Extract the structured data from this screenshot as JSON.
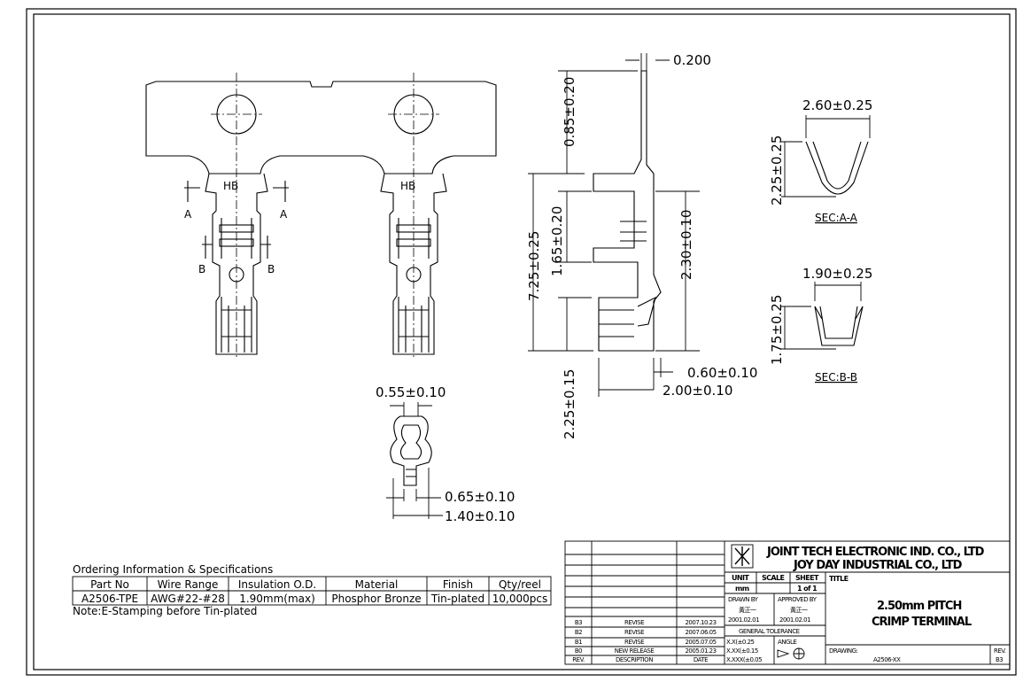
{
  "views": {
    "top": {
      "section_a_left": "A",
      "section_a_right": "A",
      "section_b_left": "B",
      "section_b_right": "B",
      "marking_1": "HB",
      "marking_2": "HB"
    },
    "side": {
      "dim_thickness": "0.200",
      "dim_tip": "0.85±0.20",
      "dim_total": "7.25±0.25",
      "dim_mid": "1.65±0.20",
      "dim_right": "2.30±0.10",
      "dim_bottom_v": "2.25±0.15",
      "dim_small": "0.60±0.10",
      "dim_width": "2.00±0.10"
    },
    "front": {
      "dim_top": "0.55±0.10",
      "dim_mid": "0.65±0.10",
      "dim_bottom": "1.40±0.10"
    },
    "sec_a": {
      "width": "2.60±0.25",
      "height": "2.25±0.25",
      "label": "SEC:A-A"
    },
    "sec_b": {
      "width": "1.90±0.25",
      "height": "1.75±0.25",
      "label": "SEC:B-B"
    }
  },
  "spec": {
    "title": "Ordering Information & Specifications",
    "headers": [
      "Part No",
      "Wire Range",
      "Insulation O.D.",
      "Material",
      "Finish",
      "Qty/reel"
    ],
    "row": [
      "A2506-TPE",
      "AWG#22-#28",
      "1.90mm(max)",
      "Phosphor Bronze",
      "Tin-plated",
      "10,000pcs"
    ],
    "note": "Note:E-Stamping before Tin-plated"
  },
  "title_block": {
    "company_1": "JOINT TECH ELECTRONIC IND. CO., LTD",
    "company_2": "JOY DAY INDUSTRIAL CO., LTD",
    "unit_label": "UNIT",
    "unit_value": "mm",
    "scale_label": "SCALE",
    "sheet_label": "SHEET",
    "sheet_value": "1 of 1",
    "title_label": "TITLE",
    "title_1": "2.50mm PITCH",
    "title_2": "CRIMP TERMINAL",
    "drawn_by_label": "DRAWN BY",
    "approved_by_label": "APPROVED BY",
    "drawn_sign": "黃正一",
    "approved_sign": "黃正一",
    "drawn_date": "2001.02.01",
    "approved_date": "2001.02.01",
    "general_tolerance": "GENERAL TOLERANCE",
    "tol_1": "X.X(±0.25",
    "tol_2": "X.XX(±0.15",
    "tol_3": "X.XXX(±0.05",
    "angle_label": "ANGLE",
    "drawing_no_label": "DRAWING:",
    "drawing_no": "A2506-XX",
    "rev_label": "REV.",
    "rev_value": "B3",
    "revisions": [
      {
        "rev": "B3",
        "desc": "REVISE",
        "date": "2007.10.23"
      },
      {
        "rev": "B2",
        "desc": "REVISE",
        "date": "2007.06.05"
      },
      {
        "rev": "B1",
        "desc": "REVISE",
        "date": "2005.07.05"
      },
      {
        "rev": "B0",
        "desc": "NEW RELEASE",
        "date": "2005.01.23"
      }
    ],
    "col_rev": "REV.",
    "col_desc": "DESCRIPTION",
    "col_date": "DATE"
  }
}
